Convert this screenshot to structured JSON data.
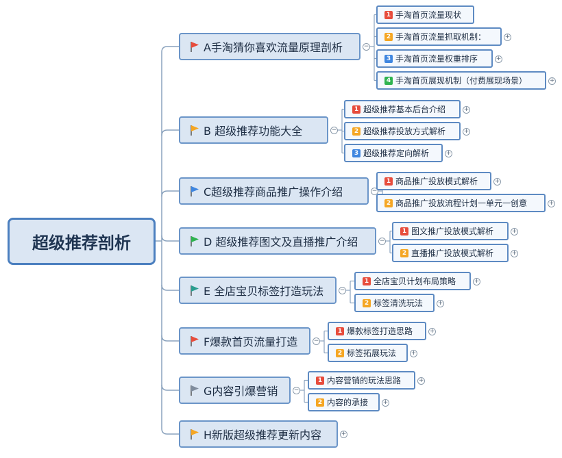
{
  "root": {
    "label": "超级推荐剖析"
  },
  "branches": [
    {
      "label": "A手淘猜你喜欢流量原理剖析",
      "flag_color": "#e74c3c",
      "children": [
        {
          "num": "1",
          "label": "手淘首页流量现状",
          "badge_color": "#e74c3c"
        },
        {
          "num": "2",
          "label": "手淘首页流量抓取机制：",
          "badge_color": "#f5a623"
        },
        {
          "num": "3",
          "label": "手淘首页流量权重排序",
          "badge_color": "#3f86e0"
        },
        {
          "num": "4",
          "label": "手淘首页展现机制（付费展现场景）",
          "badge_color": "#2fb350"
        }
      ]
    },
    {
      "label": "B 超级推荐功能大全",
      "flag_color": "#f5a623",
      "children": [
        {
          "num": "1",
          "label": "超级推荐基本后台介绍",
          "badge_color": "#e74c3c"
        },
        {
          "num": "2",
          "label": "超级推荐投放方式解析",
          "badge_color": "#f5a623"
        },
        {
          "num": "3",
          "label": "超级推荐定向解析",
          "badge_color": "#3f86e0"
        }
      ]
    },
    {
      "label": "C超级推荐商品推广操作介绍",
      "flag_color": "#3f86e0",
      "children": [
        {
          "num": "1",
          "label": "商品推广投放模式解析",
          "badge_color": "#e74c3c"
        },
        {
          "num": "2",
          "label": "商品推广投放流程计划一单元一创意",
          "badge_color": "#f5a623"
        }
      ]
    },
    {
      "label": "D 超级推荐图文及直播推广介绍",
      "flag_color": "#2fb350",
      "children": [
        {
          "num": "1",
          "label": "图文推广投放模式解析",
          "badge_color": "#e74c3c"
        },
        {
          "num": "2",
          "label": "直播推广投放模式解析",
          "badge_color": "#f5a623"
        }
      ]
    },
    {
      "label": "E 全店宝贝标签打造玩法",
      "flag_color": "#2a9d8f",
      "children": [
        {
          "num": "1",
          "label": "全店宝贝计划布局策略",
          "badge_color": "#e74c3c"
        },
        {
          "num": "2",
          "label": "标签清洗玩法",
          "badge_color": "#f5a623"
        }
      ]
    },
    {
      "label": "F爆款首页流量打造",
      "flag_color": "#e74c3c",
      "children": [
        {
          "num": "1",
          "label": "爆款标签打造思路",
          "badge_color": "#e74c3c"
        },
        {
          "num": "2",
          "label": "标签拓展玩法",
          "badge_color": "#f5a623"
        }
      ]
    },
    {
      "label": "G内容引爆营销",
      "flag_color": "#7f8c9d",
      "children": [
        {
          "num": "1",
          "label": "内容营销的玩法思路",
          "badge_color": "#e74c3c"
        },
        {
          "num": "2",
          "label": "内容的承接",
          "badge_color": "#f5a623"
        }
      ]
    },
    {
      "label": "H新版超级推荐更新内容",
      "flag_color": "#f5a623",
      "children": []
    }
  ],
  "expand_symbol": "+",
  "collapse_symbol": "−"
}
